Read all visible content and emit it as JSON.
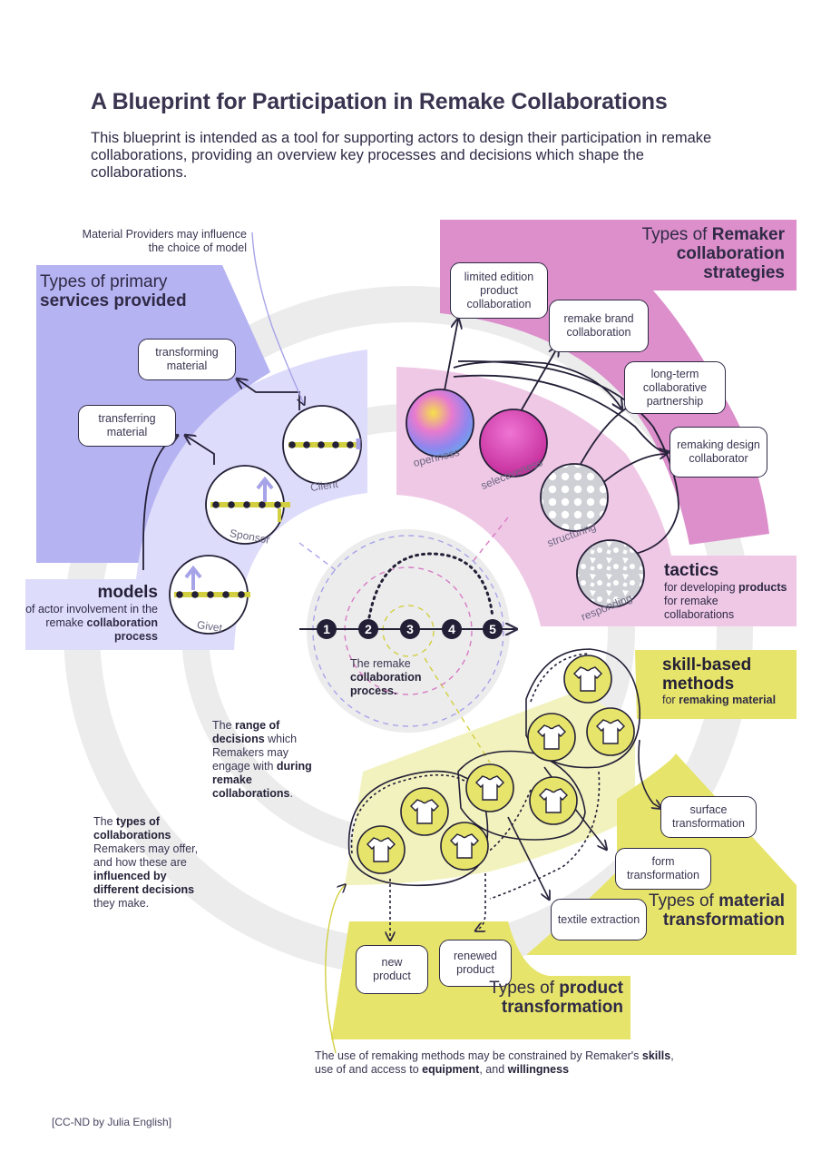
{
  "title": "A Blueprint for Participation in Remake Collaborations",
  "intro": "This blueprint is intended as a tool for supporting actors to design their participation in remake collaborations, providing an overview key processes and decisions which shape the collaborations.",
  "note_material_providers": "Material Providers may influence the choice of model",
  "services": {
    "title_prefix": "Types of primary",
    "title_bold": "services provided",
    "boxes": [
      "transforming material",
      "transferring material"
    ]
  },
  "models": {
    "title": "models",
    "sub_1": "of actor involvement in the remake",
    "sub_bold": "collaboration process",
    "circles": [
      "Client",
      "Sponsor",
      "Givet"
    ]
  },
  "strategies": {
    "title_prefix": "Types of",
    "title_bold": "Remaker collaboration strategies",
    "boxes": [
      "limited edition product collaboration",
      "remake brand collaboration",
      "long-term collaborative partnership",
      "remaking design collaborator"
    ]
  },
  "tactics": {
    "title": "tactics",
    "sub_1": "for developing",
    "sub_bold": "products",
    "sub_2": "for remake collaborations",
    "circles": [
      "openness",
      "selectiveness",
      "structuring",
      "responding"
    ]
  },
  "process": {
    "steps": [
      "1",
      "2",
      "3",
      "4",
      "5"
    ],
    "caption_1": "The remake",
    "caption_bold": "collaboration process."
  },
  "range_note": {
    "p1": "The",
    "b1": "range of decisions",
    "p2": "which Remakers may engage with",
    "b2": "during remake collaborations",
    "p3": "."
  },
  "types_note": {
    "p1": "The",
    "b1": "types of collaborations",
    "p2": "Remakers may offer, and how these are",
    "b2": "influenced by different decisions",
    "p3": "they make."
  },
  "skills": {
    "title": "skill-based methods",
    "sub_1": "for",
    "sub_bold": "remaking material"
  },
  "material_transformation": {
    "title_prefix": "Types of",
    "title_bold": "material transformation",
    "boxes": [
      "surface transformation",
      "form transformation",
      "textile extraction"
    ]
  },
  "product_transformation": {
    "title_prefix": "Types of",
    "title_bold": "product transformation",
    "boxes": [
      "new product",
      "renewed product"
    ]
  },
  "constraint_note": {
    "p1": "The use of remaking methods may be constrained by Remaker's",
    "b1": "skills",
    "p2": ", use of and access to",
    "b2": "equipment",
    "p3": ", and",
    "b3": "willingness"
  },
  "credit": "[CC-ND by Julia English]",
  "colors": {
    "lavender": "#b6b3f2",
    "lavender_light": "#dedcfb",
    "magenta": "#dc8fcb",
    "pink_light": "#efc8e6",
    "yellow": "#e6e46a",
    "yellow_light": "#f2f2bf",
    "ring_gray": "#ececed",
    "ink": "#2f2a45"
  }
}
